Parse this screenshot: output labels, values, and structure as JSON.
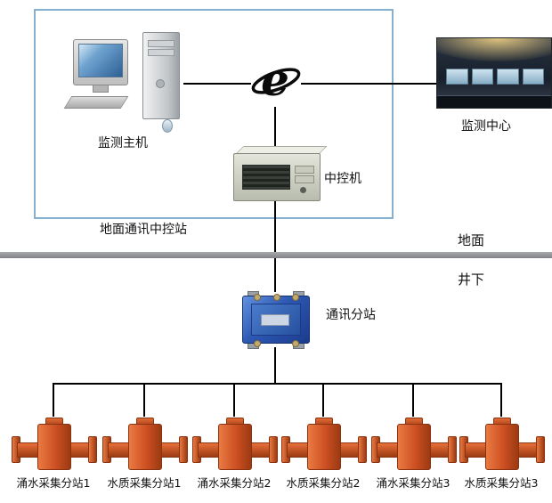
{
  "diagram": {
    "ground_box_label": "地面通讯中控站",
    "host_label": "监测主机",
    "center_label": "监测中心",
    "controller_label": "中控机",
    "surface_label": "地面",
    "underground_label": "井下",
    "substation_label": "通讯分站",
    "devices": [
      {
        "label": "涌水采集分站1"
      },
      {
        "label": "水质采集分站1"
      },
      {
        "label": "涌水采集分站2"
      },
      {
        "label": "水质采集分站2"
      },
      {
        "label": "涌水采集分站3"
      },
      {
        "label": "水质采集分站3"
      }
    ]
  },
  "colors": {
    "ground_box_border": "#85b0cf",
    "device_orange": "#cc4f22",
    "substation_blue": "#2c57b2",
    "divider_gray": "#8f9194",
    "line_black": "#000000"
  }
}
